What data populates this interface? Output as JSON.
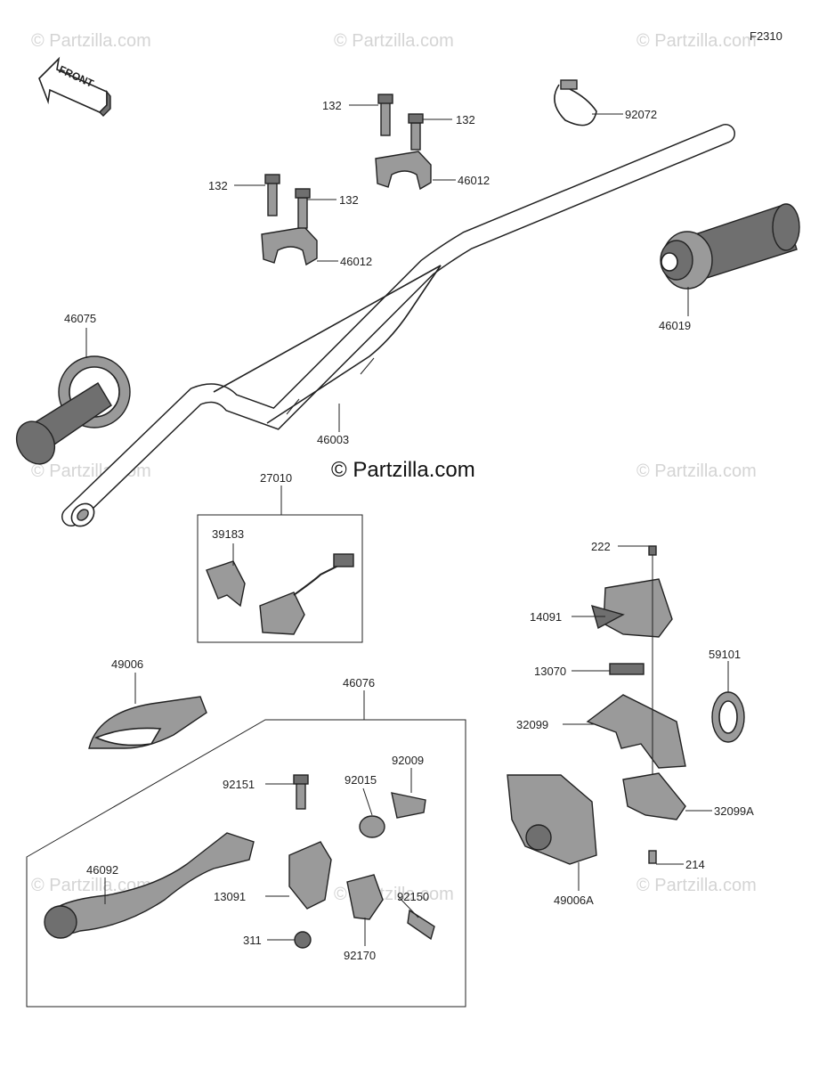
{
  "diagram_id": "F2310",
  "front_label": "FRONT",
  "watermark": "© Partzilla.com",
  "watermark_center": "© Partzilla.com",
  "parts": {
    "p132a": "132",
    "p132b": "132",
    "p132c": "132",
    "p132d": "132",
    "p92072": "92072",
    "p46012a": "46012",
    "p46012b": "46012",
    "p46075": "46075",
    "p46003": "46003",
    "p46019": "46019",
    "p27010": "27010",
    "p39183": "39183",
    "p222": "222",
    "p14091": "14091",
    "p13070": "13070",
    "p59101": "59101",
    "p32099": "32099",
    "p32099A": "32099A",
    "p214": "214",
    "p49006A": "49006A",
    "p49006": "49006",
    "p46076": "46076",
    "p92009": "92009",
    "p92151": "92151",
    "p92015": "92015",
    "p46092": "46092",
    "p13091": "13091",
    "p92150": "92150",
    "p311": "311",
    "p92170": "92170"
  }
}
